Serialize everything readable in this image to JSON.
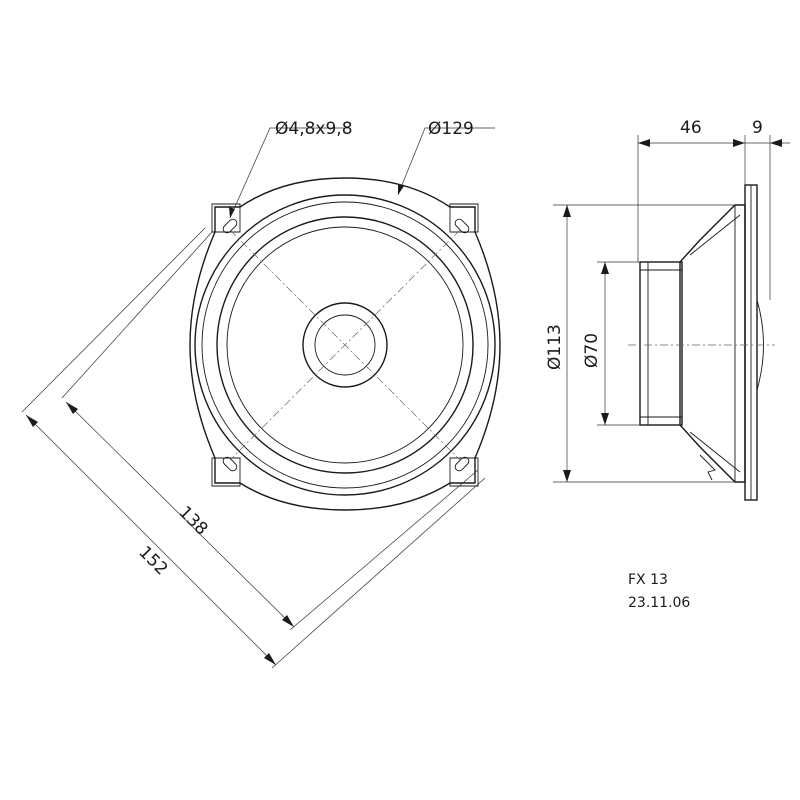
{
  "drawing": {
    "dimensions": {
      "slot": "Ø4,8x9,8",
      "outer_diameter": "Ø129",
      "depth_total": "46",
      "flange_thickness": "9",
      "cutout_diameter": "Ø113",
      "magnet_diameter": "Ø70",
      "bolt_spacing": "138",
      "diagonal_overall": "152"
    },
    "info": {
      "model": "FX 13",
      "date": "23.11.06"
    }
  }
}
